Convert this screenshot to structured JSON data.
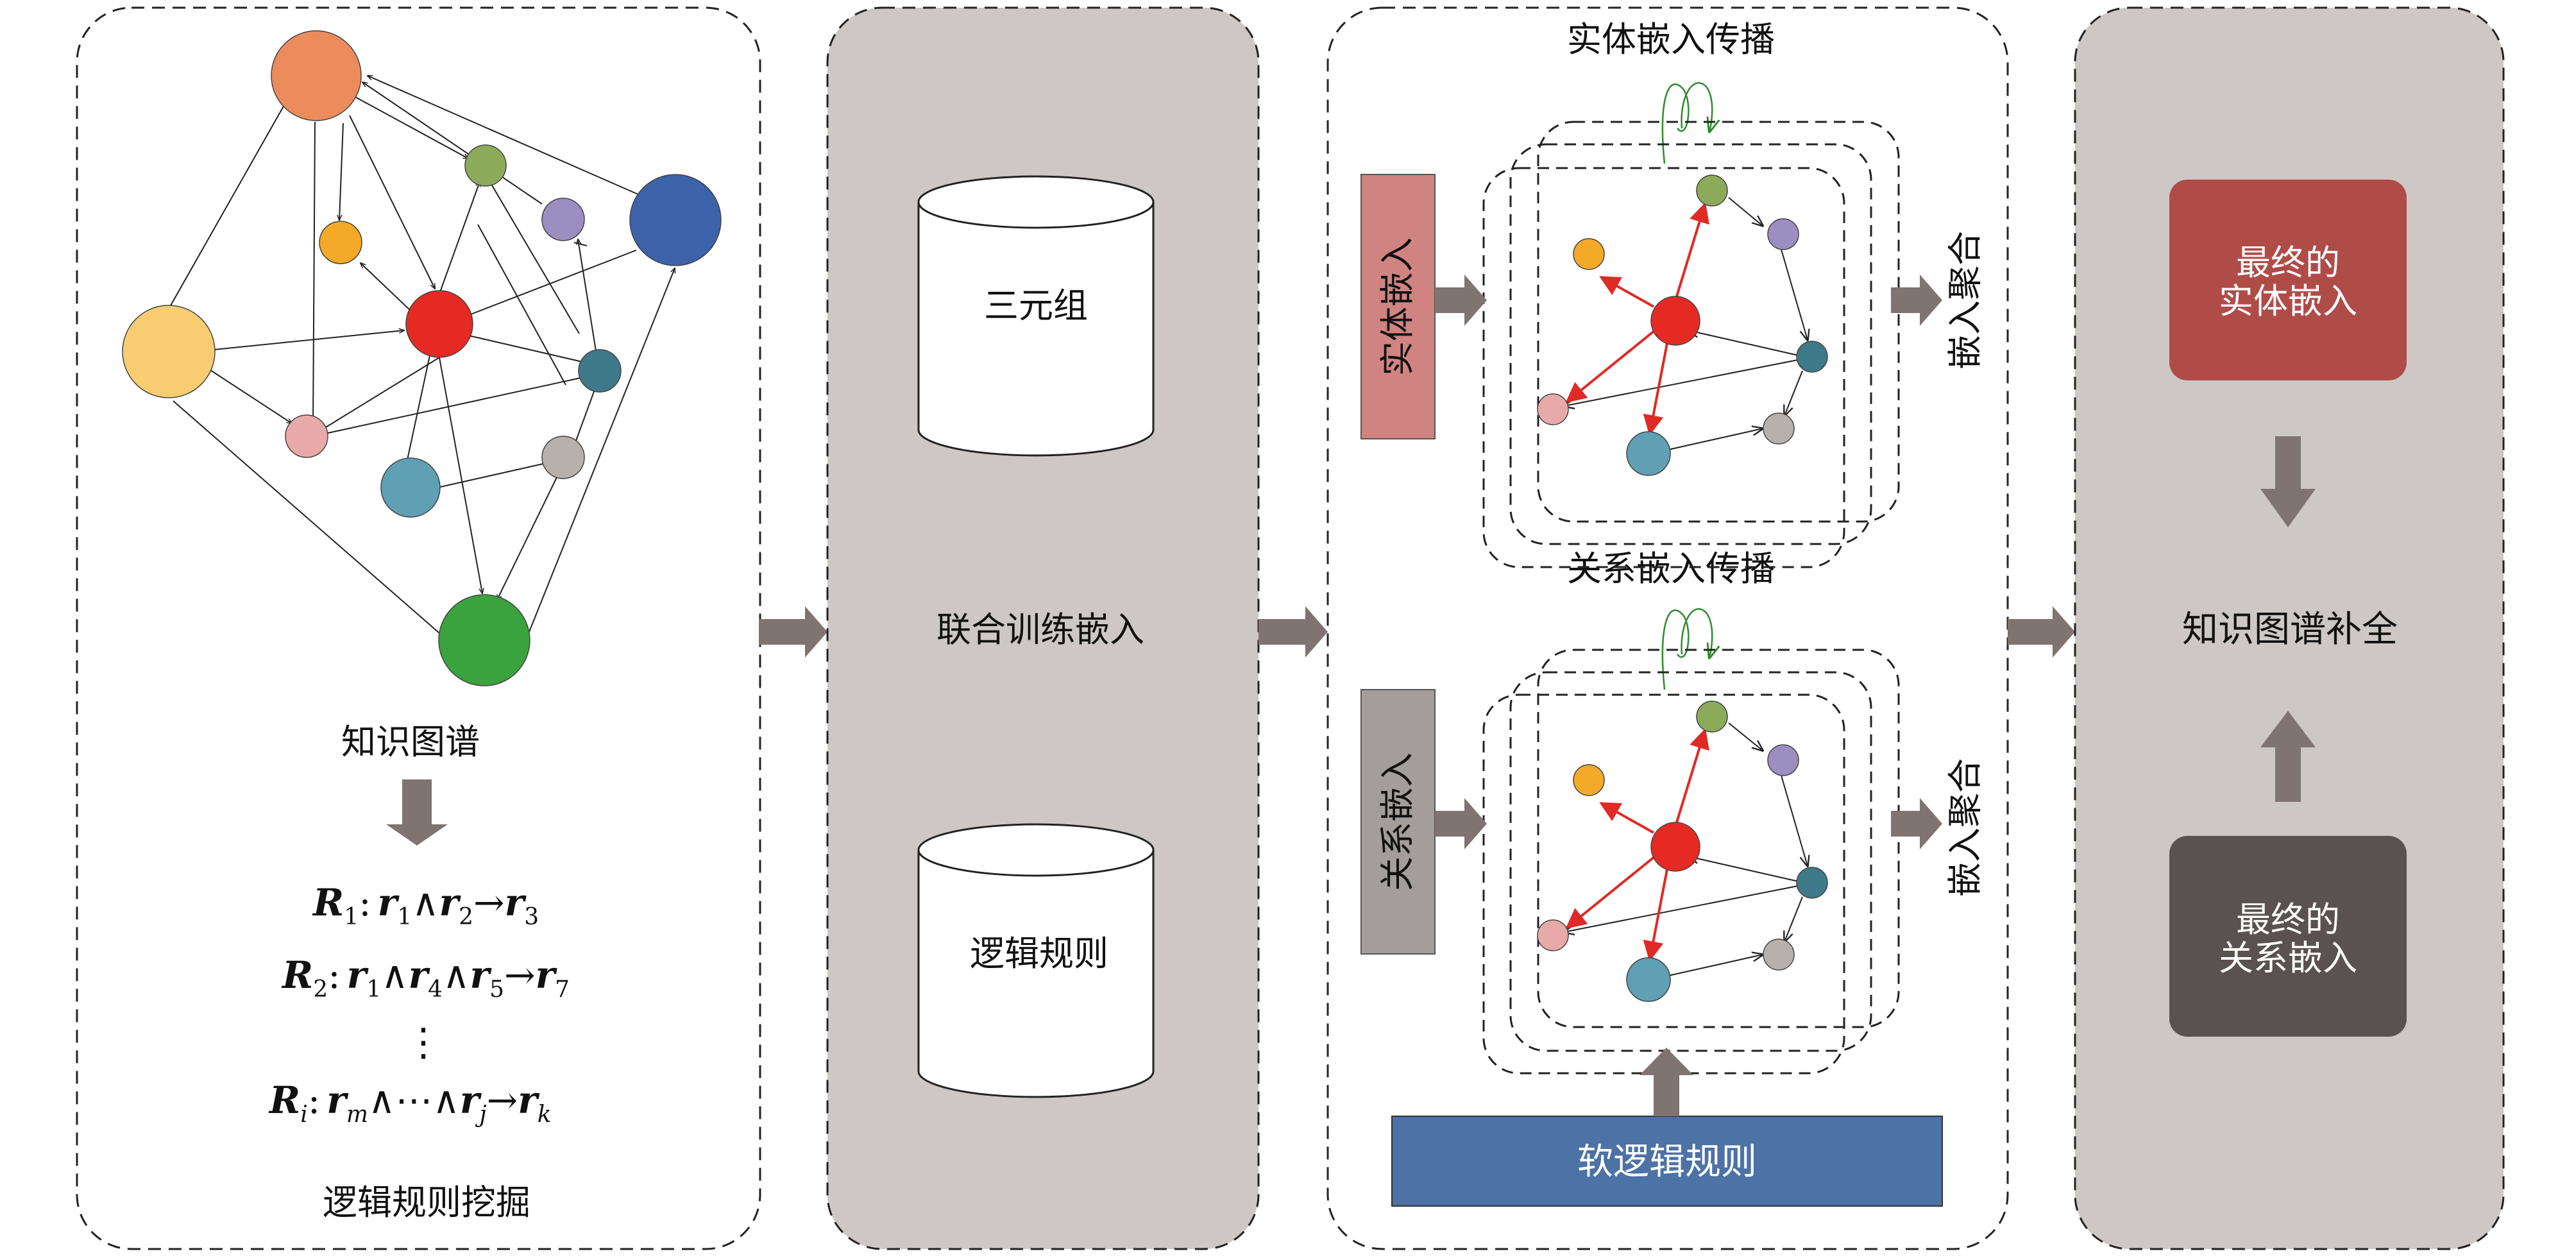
{
  "panel1": {
    "graph_title": "知识图谱",
    "section_title": "逻辑规则挖掘",
    "rules": [
      {
        "head": "R",
        "head_sub": "1",
        "body": [
          {
            "r": "r",
            "s": "1"
          },
          {
            "r": "r",
            "s": "2"
          }
        ],
        "concl": {
          "r": "r",
          "s": "3"
        }
      },
      {
        "head": "R",
        "head_sub": "2",
        "body": [
          {
            "r": "r",
            "s": "1"
          },
          {
            "r": "r",
            "s": "4"
          },
          {
            "r": "r",
            "s": "5"
          }
        ],
        "concl": {
          "r": "r",
          "s": "7"
        }
      },
      {
        "head": "R",
        "head_sub": "i",
        "body": [
          {
            "r": "r",
            "s": "m"
          },
          {
            "r": "⋯",
            "s": ""
          },
          {
            "r": "r",
            "s": "j"
          }
        ],
        "concl": {
          "r": "r",
          "s": "k"
        }
      }
    ],
    "vdots": "⋮"
  },
  "panel2": {
    "db1_label": "三元组",
    "center_label": "联合训练嵌入",
    "db2_label": "逻辑规则"
  },
  "panel3": {
    "entity_prop_title": "实体嵌入传播",
    "relation_prop_title": "关系嵌入传播",
    "entity_input": "实体嵌入",
    "relation_input": "关系嵌入",
    "aggregate1": "嵌入聚合",
    "aggregate2": "嵌入聚合",
    "soft_rules": "软逻辑规则"
  },
  "panel4": {
    "final_entity": [
      "最终的",
      "实体嵌入"
    ],
    "completion": "知识图谱补全",
    "final_relation": [
      "最终的",
      "关系嵌入"
    ]
  },
  "colors": {
    "panel_gray": "#cdc7c5",
    "arrow_gray": "#7f7471",
    "entity_input": "#d08481",
    "relation_input": "#a39d9b",
    "soft_rules_bg": "#4c72a6",
    "final_entity_bg": "#b04c48",
    "final_relation_bg": "#595251",
    "red_edge": "#e02a26",
    "green_loop": "#2e8b2e"
  }
}
